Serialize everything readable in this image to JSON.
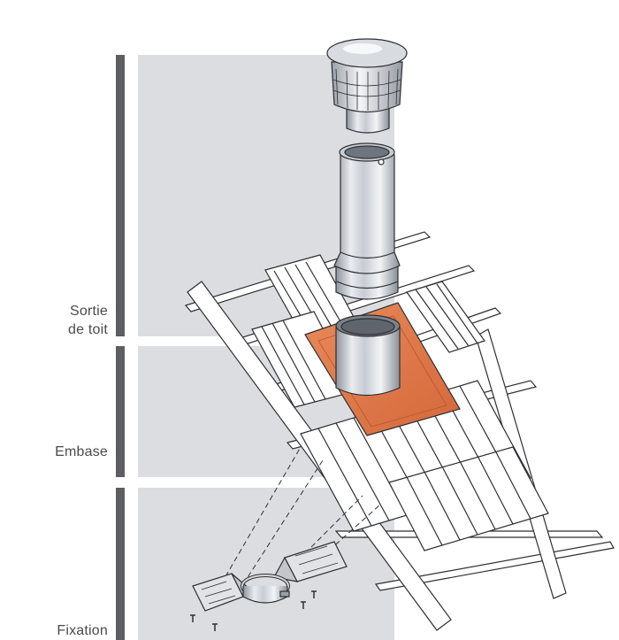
{
  "sections": {
    "roof_exit": {
      "line1": "Sortie",
      "line2": "de toit"
    },
    "base": {
      "label": "Embase"
    },
    "fixing": {
      "label": "Fixation"
    }
  },
  "colors": {
    "panel": "#dcdde0",
    "bar": "#5d5e62",
    "flashing": "#e07a4b",
    "steel": "#b9bec6",
    "outline": "#2e2f33"
  }
}
